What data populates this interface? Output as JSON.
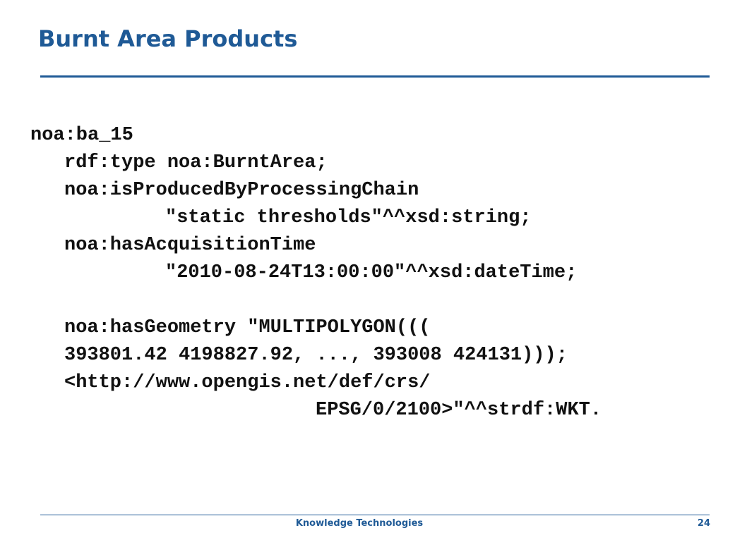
{
  "slide": {
    "title": "Burnt Area Products",
    "code_lines": [
      "noa:ba_15",
      "rdf:type noa:BurntArea;",
      "noa:isProducedByProcessingChain",
      "\"static thresholds\"^^xsd:string;",
      "noa:hasAcquisitionTime",
      "\"2010-08-24T13:00:00\"^^xsd:dateTime;",
      "noa:hasGeometry \"MULTIPOLYGON(((",
      "393801.42 4198827.92, ..., 393008 424131)));",
      "<http://www.opengis.net/def/crs/",
      "EPSG/0/2100>\"^^strdf:WKT."
    ]
  },
  "footer": {
    "text": "Knowledge Technologies",
    "page_number": "24"
  },
  "colors": {
    "accent": "#1f5a96",
    "text": "#111111",
    "background": "#ffffff"
  }
}
